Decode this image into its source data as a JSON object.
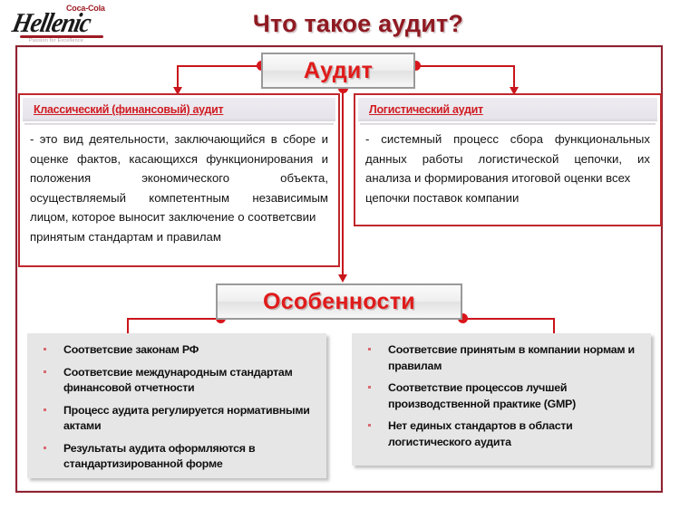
{
  "logo": {
    "brand": "Coca-Cola",
    "script": "Hellenic",
    "tagline": "Passion for Excellence"
  },
  "title": "Что такое аудит?",
  "nodes": {
    "root": "Аудит",
    "features": "Особенности"
  },
  "definitions": [
    {
      "header": "Классический (финансовый) аудит",
      "body": "- это вид деятельности, заключающийся в сборе и оценке фактов, касающихся функционирования и положения экономического объекта, осуществляемый компетентным независимым лицом, которое выносит заключение о соответсвии",
      "body_last": "принятым стандартам и правилам"
    },
    {
      "header": "Логистический аудит",
      "body": "- системный процесс сбора функциональных данных работы логистической цепочки, их анализа и формирования итоговой оценки всех",
      "body_last": "цепочки поставок компании"
    }
  ],
  "bullets": {
    "left": [
      "Соответсвие законам РФ",
      "Соответсвие международным стандартам финансовой отчетности",
      "Процесс аудита регулируется нормативными актами",
      "Результаты аудита оформляются в стандартизированной форме"
    ],
    "right": [
      "Соответсвие принятым в компании нормам и правилам",
      "Соответствие процессов лучшей производственной практике (GMP)",
      "Нет единых стандартов в области логистического аудита"
    ]
  },
  "colors": {
    "title": "#8f1a22",
    "node_text": "#e01b1b",
    "connector": "#c9151b",
    "def_border": "#c0272d",
    "frame": "#8f2231",
    "panel_bg": "#e6e6e6"
  }
}
